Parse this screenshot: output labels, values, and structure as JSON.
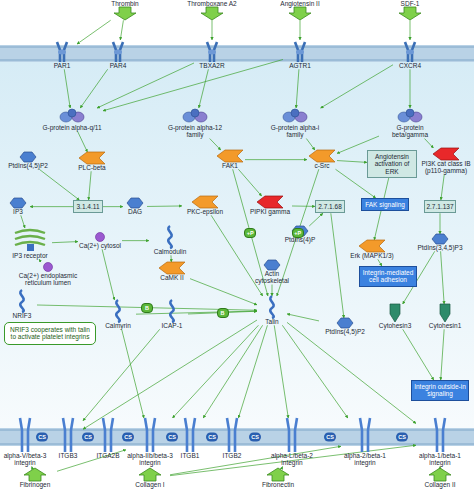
{
  "diagram": {
    "nodes": [
      {
        "text": [
          "Thrombin"
        ]
      },
      {
        "text": [
          "Thromboxane A2"
        ]
      },
      {
        "text": [
          "Angiotensin II"
        ]
      },
      {
        "text": [
          "SDF-1"
        ]
      },
      {
        "text": [
          "PAR1"
        ]
      },
      {
        "text": [
          "PAR4"
        ]
      },
      {
        "text": [
          "TBXA2R"
        ]
      },
      {
        "text": [
          "AGTR1"
        ]
      },
      {
        "text": [
          "CXCR4"
        ]
      },
      {
        "text": [
          "G-protein alpha-q/11"
        ]
      },
      {
        "text": [
          "G-protein alpha-12 family"
        ]
      },
      {
        "text": [
          "G-protein alpha-i family"
        ]
      },
      {
        "text": [
          "G-protein beta/gamma"
        ]
      },
      {
        "text": [
          "PtdIns(4,5)P2"
        ]
      },
      {
        "text": [
          "PLC-beta"
        ]
      },
      {
        "text": [
          "FAK1"
        ]
      },
      {
        "text": [
          "c-Src"
        ]
      },
      {
        "text": [
          "Angiotensin activation of ERK"
        ]
      },
      {
        "text": [
          "PI3K cat class IB (p110-gamma)"
        ]
      },
      {
        "text": [
          "IP3"
        ]
      },
      {
        "text": [
          "3.1.4.11"
        ]
      },
      {
        "text": [
          "DAG"
        ]
      },
      {
        "text": [
          "PKC-epsilon"
        ]
      },
      {
        "text": [
          "PIPKI gamma"
        ]
      },
      {
        "text": [
          "2.7.1.68"
        ]
      },
      {
        "text": [
          "PtdIns(4)P"
        ]
      },
      {
        "text": [
          "FAK signaling"
        ]
      },
      {
        "text": [
          "Erk (MAPK1/3)"
        ]
      },
      {
        "text": [
          "2.7.1.137"
        ]
      },
      {
        "text": [
          "IP3 receptor"
        ]
      },
      {
        "text": [
          "Ca(2+) cytosol"
        ]
      },
      {
        "text": [
          "Calmodulin"
        ]
      },
      {
        "text": [
          "Ca(2+) endoplasmic reticulum lumen"
        ]
      },
      {
        "text": [
          "CaMK II"
        ]
      },
      {
        "text": [
          "Actin cytoskeletal"
        ]
      },
      {
        "text": [
          "Integrin-mediated cell adhesion"
        ]
      },
      {
        "text": [
          "PtdIns(3,4,5)P3"
        ]
      },
      {
        "text": [
          "NRIF3"
        ]
      },
      {
        "text": [
          "Calmyrin"
        ]
      },
      {
        "text": [
          "ICAP-1"
        ]
      },
      {
        "text": [
          "Talin"
        ]
      },
      {
        "text": [
          "PtdIns(4,5)P2"
        ]
      },
      {
        "text": [
          "Cytohesin3"
        ]
      },
      {
        "text": [
          "Cytohesin1"
        ]
      },
      {
        "text": [
          "NRIF3 cooperates with talin to activate platelet integrins"
        ]
      },
      {
        "text": [
          "Integrin outside-in signaling"
        ]
      },
      {
        "text": [
          "alpha-V/beta-3 integrin"
        ]
      },
      {
        "text": [
          "ITGB3"
        ]
      },
      {
        "text": [
          "ITGA2B"
        ]
      },
      {
        "text": [
          "alpha-IIb/beta-3 integrin"
        ]
      },
      {
        "text": [
          "ITGB1"
        ]
      },
      {
        "text": [
          "ITGB2"
        ]
      },
      {
        "text": [
          "alpha-L/beta-2 integrin"
        ]
      },
      {
        "text": [
          "alpha-2/beta-1 integrin"
        ]
      },
      {
        "text": [
          "alpha-1/beta-1 integrin"
        ]
      },
      {
        "text": [
          "Fibrinogen"
        ]
      },
      {
        "text": [
          "Collagen I"
        ]
      },
      {
        "text": [
          "Fibronectin"
        ]
      },
      {
        "text": [
          "Collagen II"
        ]
      }
    ],
    "edges": [
      {
        "from": 0,
        "to": 4,
        "arrow": "to"
      },
      {
        "from": 0,
        "to": 5,
        "arrow": "to"
      },
      {
        "from": 1,
        "to": 6,
        "arrow": "to"
      },
      {
        "from": 2,
        "to": 7,
        "arrow": "to"
      },
      {
        "from": 3,
        "to": 8,
        "arrow": "to"
      },
      {
        "from": 4,
        "to": 9,
        "arrow": "to"
      },
      {
        "from": 5,
        "to": 9,
        "arrow": "to"
      },
      {
        "from": 6,
        "to": 9,
        "arrow": "to"
      },
      {
        "from": 6,
        "to": 10,
        "arrow": "to"
      },
      {
        "from": 7,
        "to": 9,
        "arrow": "to"
      },
      {
        "from": 7,
        "to": 11,
        "arrow": "to"
      },
      {
        "from": 8,
        "to": 11,
        "arrow": "to"
      },
      {
        "from": 8,
        "to": 12,
        "arrow": "to"
      },
      {
        "from": 9,
        "to": 14,
        "arrow": "to"
      },
      {
        "from": 10,
        "to": 15,
        "arrow": "to"
      },
      {
        "from": 11,
        "to": 16,
        "arrow": "to"
      },
      {
        "from": 12,
        "to": 16,
        "arrow": "to"
      },
      {
        "from": 12,
        "to": 18,
        "arrow": "to"
      },
      {
        "from": 16,
        "to": 17,
        "arrow": "to"
      },
      {
        "from": 15,
        "to": 16,
        "arrow": "to"
      },
      {
        "from": 13,
        "to": 20,
        "arrow": "to"
      },
      {
        "from": 14,
        "to": 20,
        "arrow": "to"
      },
      {
        "from": 20,
        "to": 19,
        "arrow": "to"
      },
      {
        "from": 20,
        "to": 21,
        "arrow": "to"
      },
      {
        "from": 19,
        "to": 29,
        "arrow": "to"
      },
      {
        "from": 32,
        "to": 29,
        "arrow": "to"
      },
      {
        "from": 29,
        "to": 30,
        "arrow": "to"
      },
      {
        "from": 30,
        "to": 31,
        "arrow": "to"
      },
      {
        "from": 31,
        "to": 33,
        "arrow": "to"
      },
      {
        "from": 30,
        "to": 38,
        "arrow": "to"
      },
      {
        "from": 21,
        "to": 22,
        "arrow": "to"
      },
      {
        "from": 22,
        "to": 40,
        "arrow": "to"
      },
      {
        "from": 15,
        "to": 40,
        "arrow": "to",
        "label": "+P"
      },
      {
        "from": 16,
        "to": 40,
        "arrow": "to",
        "label": "+P"
      },
      {
        "from": 15,
        "to": 23,
        "arrow": "to"
      },
      {
        "from": 23,
        "to": 24,
        "arrow": "to"
      },
      {
        "from": 25,
        "to": 24,
        "arrow": "to"
      },
      {
        "from": 24,
        "to": 41,
        "arrow": "to"
      },
      {
        "from": 41,
        "to": 40,
        "arrow": "to"
      },
      {
        "from": 16,
        "to": 26,
        "arrow": "to"
      },
      {
        "from": 17,
        "to": 27,
        "arrow": "to"
      },
      {
        "from": 27,
        "to": 35,
        "arrow": "to"
      },
      {
        "from": 18,
        "to": 28,
        "arrow": "to"
      },
      {
        "from": 28,
        "to": 36,
        "arrow": "to"
      },
      {
        "from": 36,
        "to": 42,
        "arrow": "to"
      },
      {
        "from": 36,
        "to": 43,
        "arrow": "to"
      },
      {
        "from": 42,
        "to": 45,
        "arrow": "to"
      },
      {
        "from": 43,
        "to": 45,
        "arrow": "to"
      },
      {
        "from": 34,
        "to": 40,
        "arrow": "to"
      },
      {
        "from": 33,
        "to": 40,
        "arrow": "to"
      },
      {
        "from": 38,
        "to": 40,
        "arrow": "to"
      },
      {
        "from": 39,
        "to": 40,
        "arrow": "to",
        "label": "B"
      },
      {
        "from": 37,
        "to": 40,
        "arrow": "to",
        "label": "B"
      },
      {
        "from": 40,
        "to": 47,
        "arrow": "to"
      },
      {
        "from": 40,
        "to": 49,
        "arrow": "to"
      },
      {
        "from": 40,
        "to": 50,
        "arrow": "to"
      },
      {
        "from": 40,
        "to": 51,
        "arrow": "to"
      },
      {
        "from": 40,
        "to": 52,
        "arrow": "to"
      },
      {
        "from": 40,
        "to": 53,
        "arrow": "to"
      },
      {
        "from": 40,
        "to": 54,
        "arrow": "to"
      },
      {
        "from": 39,
        "to": 47,
        "arrow": "to"
      },
      {
        "from": 38,
        "to": 49,
        "arrow": "to"
      },
      {
        "from": 55,
        "to": 46,
        "arrow": "to"
      },
      {
        "from": 55,
        "to": 49,
        "arrow": "to"
      },
      {
        "from": 56,
        "to": 53,
        "arrow": "to"
      },
      {
        "from": 56,
        "to": 54,
        "arrow": "to"
      },
      {
        "from": 57,
        "to": 52,
        "arrow": "to"
      },
      {
        "from": 58,
        "to": 54,
        "arrow": "to"
      }
    ],
    "labels": [
      "CS",
      "CS",
      "CS",
      "CS",
      "CS",
      "CS",
      "CS",
      "CS"
    ]
  }
}
